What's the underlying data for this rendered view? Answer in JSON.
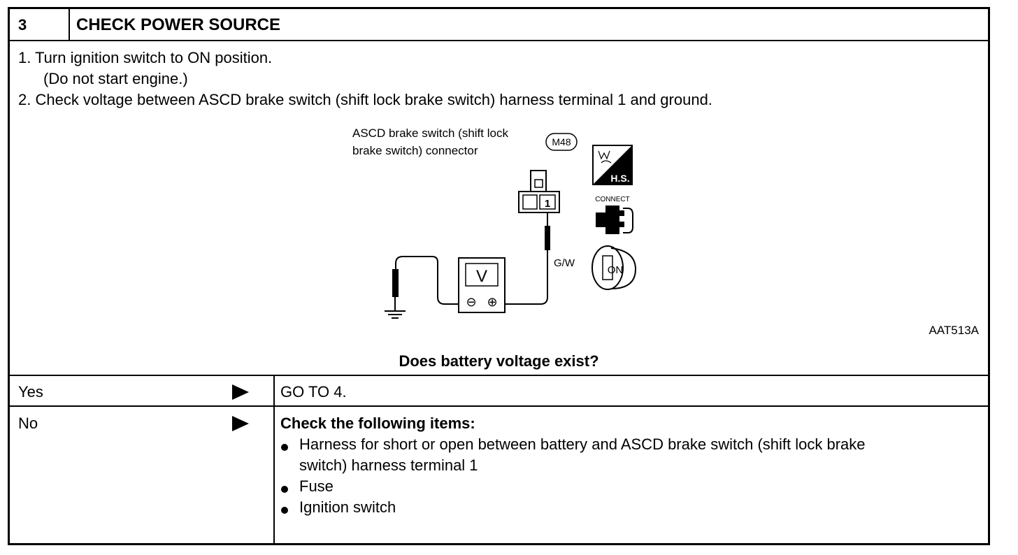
{
  "header": {
    "step_number": "3",
    "title": "CHECK POWER SOURCE"
  },
  "instructions": [
    {
      "text": "1.  Turn ignition switch to ON position."
    },
    {
      "text": "(Do not start engine.)"
    },
    {
      "text": "2.  Check voltage between ASCD brake switch (shift lock brake switch) harness terminal 1 and ground."
    }
  ],
  "diagram": {
    "connector_label_line1": "ASCD brake switch (shift lock",
    "connector_label_line2": "brake switch) connector",
    "connector_id": "M48",
    "terminal_number": "1",
    "wire_color": "G/W",
    "meter_symbol": "V",
    "minus_symbol": "⊖",
    "plus_symbol": "⊕",
    "hs_label": "H.S.",
    "connect_label": "CONNECT",
    "key_label": "ON",
    "figure_code": "AAT513A"
  },
  "question": "Does battery voltage exist?",
  "results": {
    "yes": {
      "label": "Yes",
      "action": "GO TO 4."
    },
    "no": {
      "label": "No",
      "heading": "Check the following items:",
      "items": [
        "Harness for short or open between battery and ASCD brake switch (shift lock brake",
        "switch) harness terminal 1",
        "Fuse",
        "Ignition switch"
      ]
    }
  }
}
